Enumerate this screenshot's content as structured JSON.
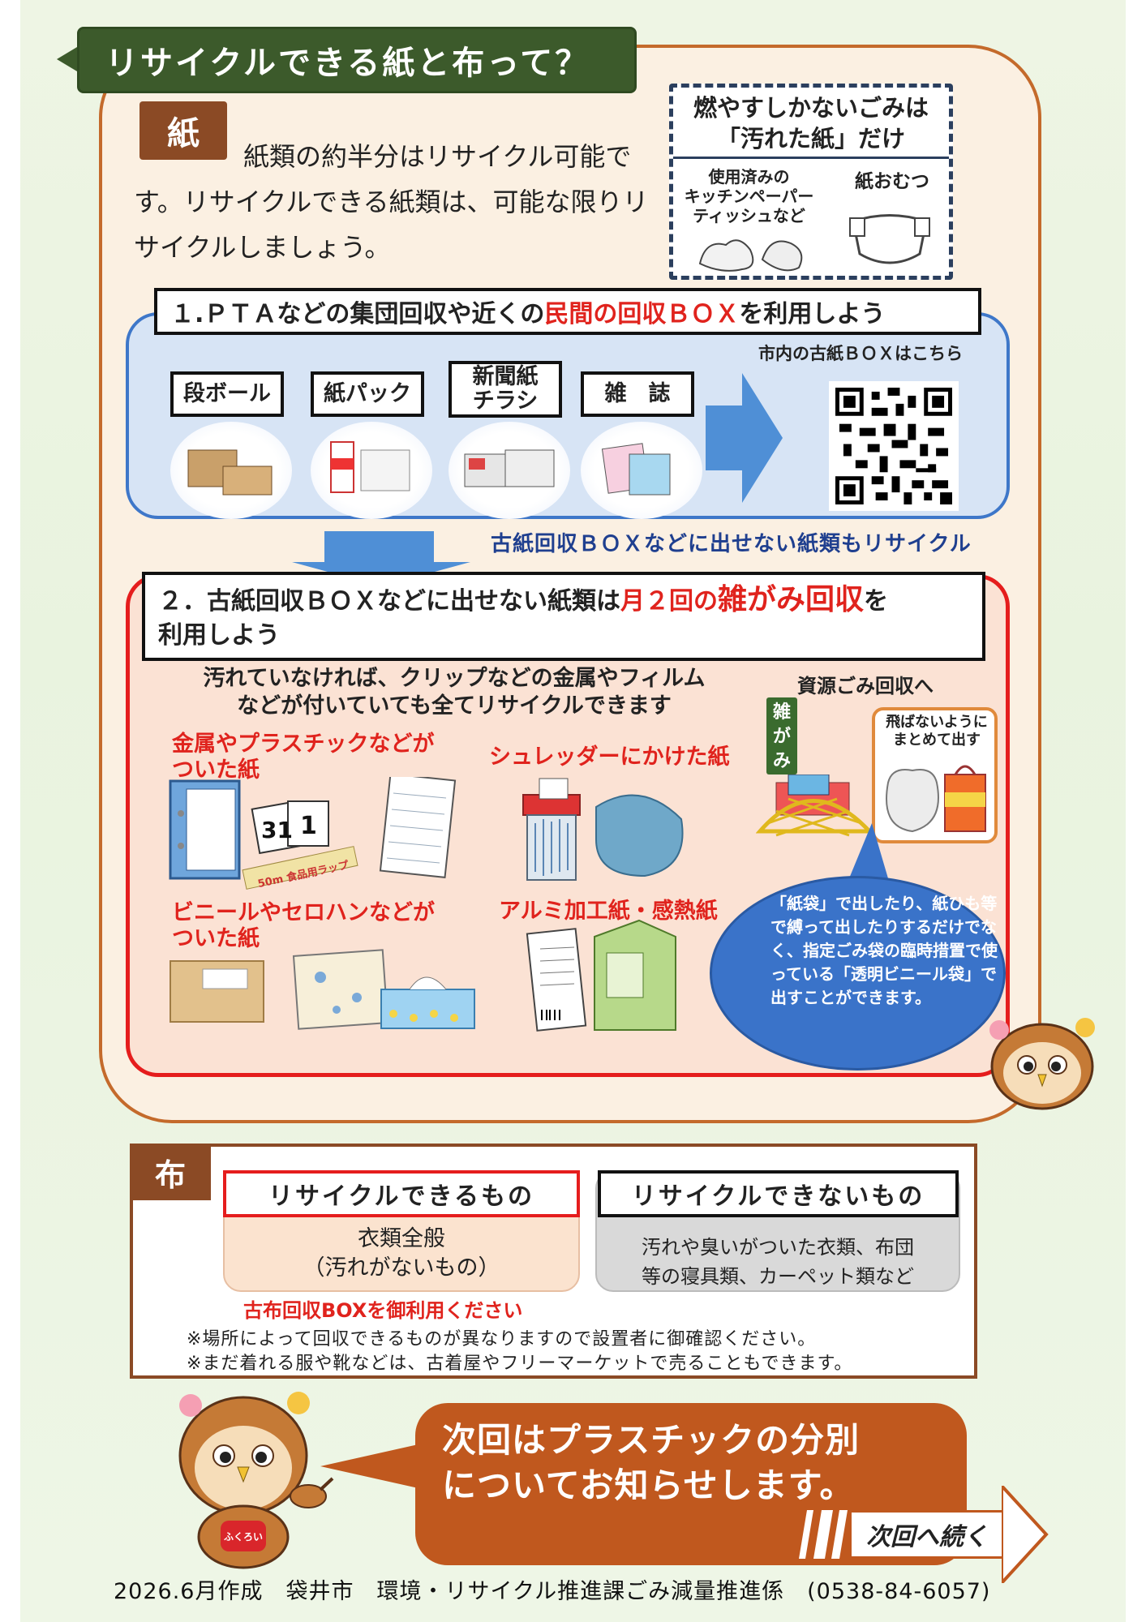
{
  "title": "リサイクルできる紙と布って？",
  "paper": {
    "badge": "紙",
    "intro": "紙類の約半分はリサイクル可能です。リサイクルできる紙類は、可能な限りリサイクルしましょう。",
    "dirty_box": {
      "title_line1": "燃やすしかないごみは",
      "title_line2": "「汚れた紙」だけ",
      "item1_line1": "使用済みの",
      "item1_line2": "キッチンペーパー",
      "item1_line3": "ティッシュなど",
      "item2": "紙おむつ"
    },
    "step1": {
      "heading_pre": "１.ＰＴＡなどの集団回収や近くの",
      "heading_red": "民間の回収ＢＯＸ",
      "heading_post": "を利用しよう",
      "qr_caption": "市内の古紙ＢＯＸはこちら",
      "items": [
        "段ボール",
        "紙パック",
        "新聞紙",
        "チラシ",
        "雑　誌"
      ]
    },
    "blue_note": "古紙回収ＢＯＸなどに出せない紙類もリサイクル",
    "step2": {
      "heading_pre": "２．古紙回収ＢＯＸなどに出せない紙類は",
      "heading_red1": "月２回の",
      "heading_red2": "雑がみ回収",
      "heading_post": "を",
      "heading_line2": "利用しよう",
      "note_line1": "汚れていなければ、クリップなどの金属やフィルム",
      "note_line2": "などが付いていても全てリサイクルできます",
      "cat1_line1": "金属やプラスチックなどが",
      "cat1_line2": "ついた紙",
      "cat2": "シュレッダーにかけた紙",
      "cat3_line1": "ビニールやセロハンなどが",
      "cat3_line2": "ついた紙",
      "cat4": "アルミ加工紙・感熱紙",
      "resource_label": "資源ごみ回収へ",
      "sign": "雑がみ",
      "bag_caption_line1": "飛ばないように",
      "bag_caption_line2": "まとめて出す",
      "bubble": "「紙袋」で出したり、紙ひも等で縛って出したりするだけでなく、指定ごみ袋の臨時措置で使っている「透明ビニール袋」で出すことができます。",
      "calendar_31": "31",
      "calendar_1": "1",
      "wrap_label": "50m 食品用ラップ"
    }
  },
  "cloth": {
    "badge": "布",
    "ok_head": "リサイクルできるもの",
    "ok_line1": "衣類全般",
    "ok_line2": "（汚れがないもの）",
    "ng_head": "リサイクルできないもの",
    "ng_line1": "汚れや臭いがついた衣類、布団",
    "ng_line2": "等の寝具類、カーペット類など",
    "box_note": "古布回収BOXを御利用ください",
    "note1": "※場所によって回収できるものが異なりますので設置者に御確認ください。",
    "note2": "※まだ着れる服や靴などは、古着屋やフリーマーケットで売ることもできます。"
  },
  "next": {
    "line1": "次回はプラスチックの分別",
    "line2": "についてお知らせします。",
    "continue": "次回へ続く",
    "owl_label": "ふくろい"
  },
  "footer": "2026.6月作成　袋井市　環境・リサイクル推進課ごみ減量推進係　(0538-84-6057)",
  "colors": {
    "title_bg": "#3c5a2b",
    "badge_brown": "#8b4a25",
    "frame_orange": "#c46a2b",
    "step1_blue": "#3e77c9",
    "step2_red": "#e51d1d",
    "next_orange": "#c0581e"
  }
}
